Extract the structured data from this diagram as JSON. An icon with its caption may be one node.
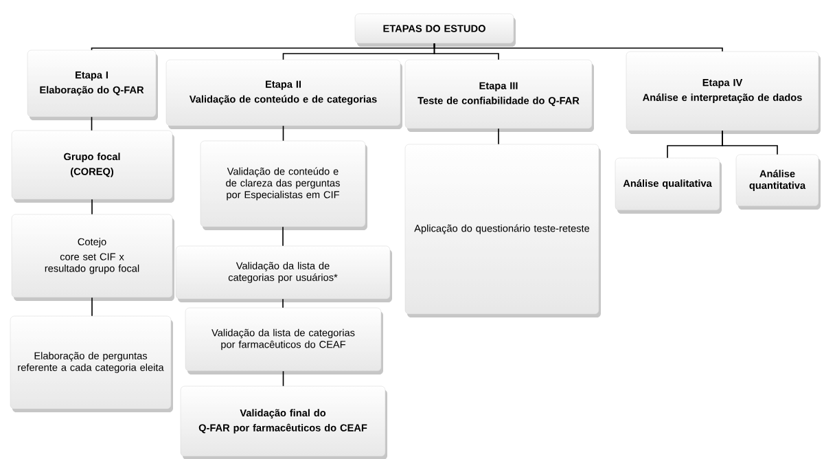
{
  "diagram": {
    "nodes": [
      {
        "text": [
          "ETAPAS DO ESTUDO"
        ]
      },
      {
        "text": [
          "Etapa I",
          "Elaboração do Q-FAR"
        ]
      },
      {
        "text": [
          "Etapa II",
          "Validação de conteúdo e de categorias"
        ]
      },
      {
        "text": [
          "Etapa III",
          "Teste de confiabilidade do Q-FAR"
        ]
      },
      {
        "text": [
          "Etapa IV",
          "Análise e interpretação de dados"
        ]
      },
      {
        "text": [
          "Grupo focal",
          "(COREQ)"
        ]
      },
      {
        "text": [
          "Validação de conteúdo e de clareza das perguntas por Especialistas em CIF"
        ]
      },
      {
        "text": [
          "Cotejo",
          "core set CIF x resultado grupo focal"
        ]
      },
      {
        "text": [
          "Validação da lista de categorias por usuários*"
        ]
      },
      {
        "text": [
          "Elaboração de perguntas referente a cada categoria eleita"
        ]
      },
      {
        "text": [
          "Validação da lista de categorias por farmacêuticos do CEAF"
        ]
      },
      {
        "text": [
          "Validação final do",
          "Q-FAR por farmacêuticos do CEAF"
        ]
      },
      {
        "text": [
          "Aplicação do questionário teste-reteste"
        ]
      },
      {
        "text": [
          "Análise qualitativa"
        ]
      },
      {
        "text": [
          "Análise quantitativa"
        ]
      }
    ],
    "edges": [
      {
        "from": 0,
        "to": 1,
        "arrow": "none"
      },
      {
        "from": 0,
        "to": 2,
        "arrow": "none"
      },
      {
        "from": 0,
        "to": 3,
        "arrow": "none"
      },
      {
        "from": 0,
        "to": 4,
        "arrow": "none"
      },
      {
        "from": 1,
        "to": 5,
        "arrow": "none"
      },
      {
        "from": 5,
        "to": 7,
        "arrow": "none"
      },
      {
        "from": 7,
        "to": 9,
        "arrow": "none"
      },
      {
        "from": 2,
        "to": 6,
        "arrow": "none"
      },
      {
        "from": 6,
        "to": 8,
        "arrow": "none"
      },
      {
        "from": 8,
        "to": 10,
        "arrow": "none"
      },
      {
        "from": 10,
        "to": 11,
        "arrow": "none"
      },
      {
        "from": 3,
        "to": 12,
        "arrow": "none"
      },
      {
        "from": 4,
        "to": 13,
        "arrow": "none"
      },
      {
        "from": 4,
        "to": 14,
        "arrow": "none"
      }
    ]
  }
}
